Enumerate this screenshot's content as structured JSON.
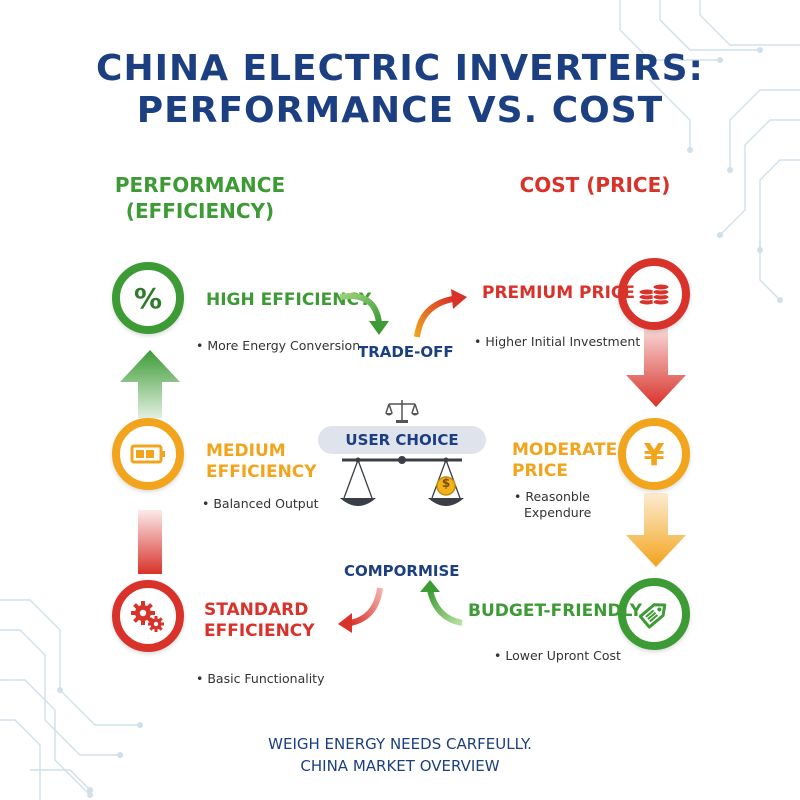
{
  "title": {
    "line1": "CHINA ELECTRIC INVERTERS:",
    "line2": "PERFORMANCE VS. COST"
  },
  "performance_header": {
    "line1": "PERFORMANCE",
    "line2": "(EFFICIENCY)"
  },
  "cost_header": "COST (PRICE)",
  "performance": {
    "high": {
      "label": "HIGH EFFICIENCY",
      "bullet": "• More Energy Conversion",
      "icon": "percent-icon"
    },
    "medium": {
      "line1": "MEDIUM",
      "line2": "EFFICIENCY",
      "bullet": "• Balanced Output",
      "icon": "battery-icon"
    },
    "standard": {
      "line1": "STANDARD",
      "line2": "EFFICIENCY",
      "bullet": "• Basic Functionality",
      "icon": "gears-icon"
    }
  },
  "cost": {
    "premium": {
      "label": "PREMIUM PRICE",
      "bullet": "• Higher Initial Investment",
      "icon": "coins-icon"
    },
    "moderate": {
      "line1": "MODERATE",
      "line2": "PRICE",
      "bullet_line1": "• Reasonble",
      "bullet_line2": "Expendure",
      "icon": "yen-icon"
    },
    "budget": {
      "label": "BUDGET-FRIENDLY",
      "bullet": "• Lower Upront Cost",
      "icon": "price-tag-icon"
    }
  },
  "center": {
    "trade_off": "TRADE-OFF",
    "user_choice": "USER CHOICE",
    "compromise": "COMPORMISE",
    "coin_symbol": "$",
    "icon": "balance-scale-icon"
  },
  "footer": {
    "line1": "WEIGH ENERGY NEEDS CARFEULLY.",
    "line2": "CHINA MARKET OVERVIEW"
  },
  "colors": {
    "navy": "#1b3f80",
    "green": "#3d9b35",
    "orange": "#f2a41c",
    "red": "#d8322a",
    "decor": "#c7dbe8"
  }
}
